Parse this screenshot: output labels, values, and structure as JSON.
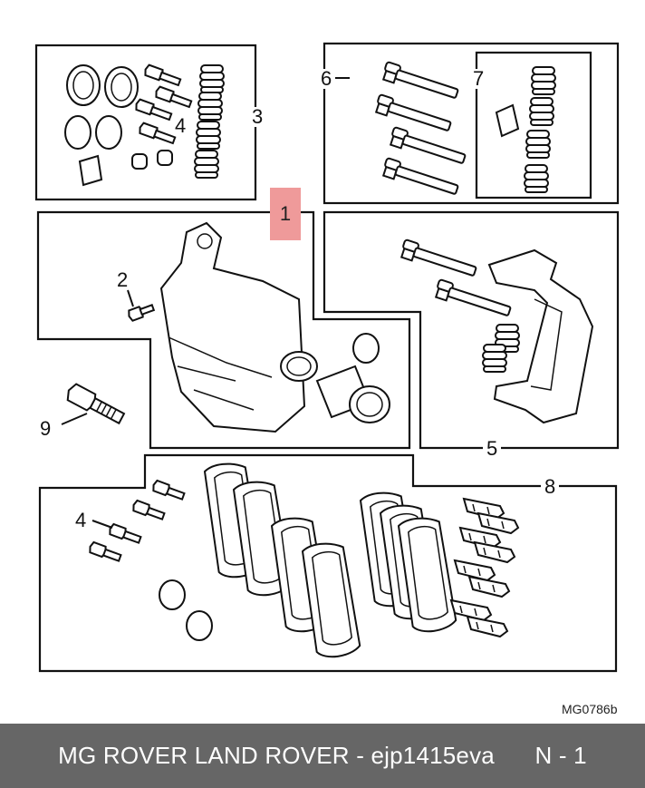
{
  "callouts": {
    "c1": "1",
    "c2": "2",
    "c3": "3",
    "c4a": "4",
    "c4b": "4",
    "c5": "5",
    "c6": "6",
    "c7": "7",
    "c8": "8",
    "c9": "9"
  },
  "ref_code": "MG0786b",
  "footer": {
    "text": "MG ROVER LAND ROVER - ejp1415eva      N - 1"
  },
  "colors": {
    "highlight": "#ef9a9a",
    "footer_bg": "#666666",
    "footer_text": "#ffffff"
  }
}
